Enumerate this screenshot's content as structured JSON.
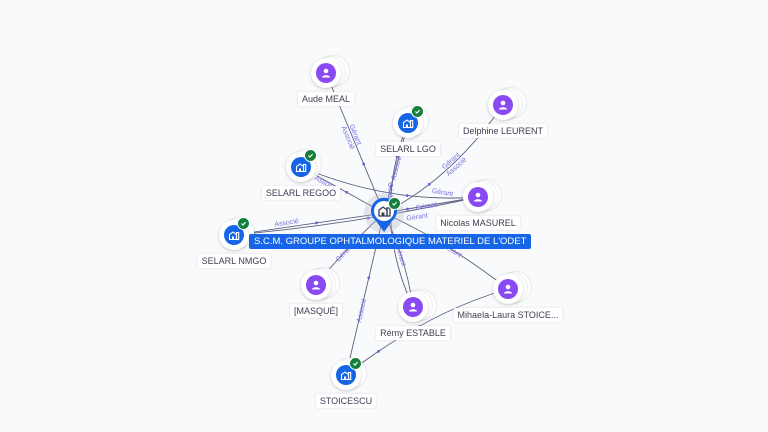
{
  "colors": {
    "person": "#8a4af3",
    "company": "#1565e6",
    "verified": "#15803d",
    "edge": "#5c6080",
    "edge_label": "#7a6fe0"
  },
  "center": {
    "name": "S.C.M. GROUPE OPHTALMOLOGIQUE MATERIEL DE L'ODET",
    "type": "company",
    "icon": "building-icon",
    "verified": true
  },
  "nodes": [
    {
      "id": "aude",
      "name": "Aude MEAL",
      "type": "person",
      "icon": "person-icon",
      "verified": false
    },
    {
      "id": "lgo",
      "name": "SELARL LGO",
      "type": "company",
      "icon": "building-icon",
      "verified": true
    },
    {
      "id": "delphine",
      "name": "Delphine LEURENT",
      "type": "person",
      "icon": "person-icon",
      "verified": false
    },
    {
      "id": "regoo",
      "name": "SELARL REGOO",
      "type": "company",
      "icon": "building-icon",
      "verified": true
    },
    {
      "id": "nicolas",
      "name": "Nicolas MASUREL",
      "type": "person",
      "icon": "person-icon",
      "verified": false
    },
    {
      "id": "nmgo",
      "name": "SELARL NMGO",
      "type": "company",
      "icon": "building-icon",
      "verified": true
    },
    {
      "id": "masque",
      "name": "[MASQUÉ]",
      "type": "person",
      "icon": "person-icon",
      "verified": false
    },
    {
      "id": "remy",
      "name": "Rémy ESTABLE",
      "type": "person",
      "icon": "person-icon",
      "verified": false
    },
    {
      "id": "mihaela",
      "name": "Mihaela-Laura STOICE...",
      "type": "person",
      "icon": "person-icon",
      "verified": false
    },
    {
      "id": "stoicescu",
      "name": "STOICESCU",
      "type": "company",
      "icon": "building-icon",
      "verified": true
    }
  ],
  "edges": [
    {
      "from": "aude",
      "to": "center",
      "labels": [
        "Gérant",
        "Associé"
      ]
    },
    {
      "from": "lgo",
      "to": "center",
      "labels": [
        "Associé"
      ]
    },
    {
      "from": "delphine",
      "to": "center",
      "labels": [
        "Gérant",
        "Associé"
      ]
    },
    {
      "from": "regoo",
      "to": "center",
      "labels": [
        "Associé"
      ]
    },
    {
      "from": "nicolas",
      "to": "center",
      "labels": [
        "Gérant"
      ]
    },
    {
      "from": "nmgo",
      "to": "center",
      "labels": [
        "Associé"
      ]
    },
    {
      "from": "masque",
      "to": "center",
      "labels": [
        "Gérant"
      ]
    },
    {
      "from": "remy",
      "to": "center",
      "labels": [
        "Gérant"
      ]
    },
    {
      "from": "mihaela",
      "to": "center",
      "labels": [
        "Gérant"
      ]
    },
    {
      "from": "stoicescu",
      "to": "center",
      "labels": [
        "Associé"
      ]
    },
    {
      "from": "remy",
      "to": "lgo",
      "labels": [
        "Gérant"
      ]
    },
    {
      "from": "nicolas",
      "to": "regoo",
      "labels": [
        "Gérant"
      ]
    },
    {
      "from": "nicolas",
      "to": "nmgo",
      "labels": [
        "Gérant"
      ]
    },
    {
      "from": "mihaela",
      "to": "stoicescu",
      "labels": [
        "Gérant"
      ]
    }
  ]
}
